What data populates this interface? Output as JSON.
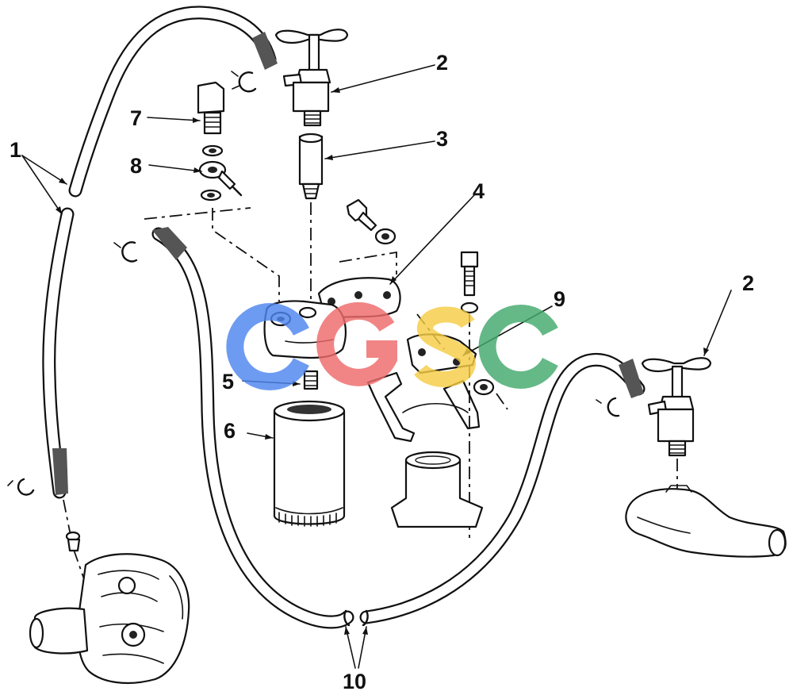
{
  "callouts": {
    "c1": "1",
    "c2a": "2",
    "c2b": "2",
    "c3": "3",
    "c4": "4",
    "c5": "5",
    "c6": "6",
    "c7": "7",
    "c8": "8",
    "c9": "9",
    "c10": "10"
  },
  "watermark": {
    "text": "CGSC",
    "colors": [
      "#4f86f0",
      "#ef6b6b",
      "#f6cd45",
      "#43a96d"
    ]
  }
}
